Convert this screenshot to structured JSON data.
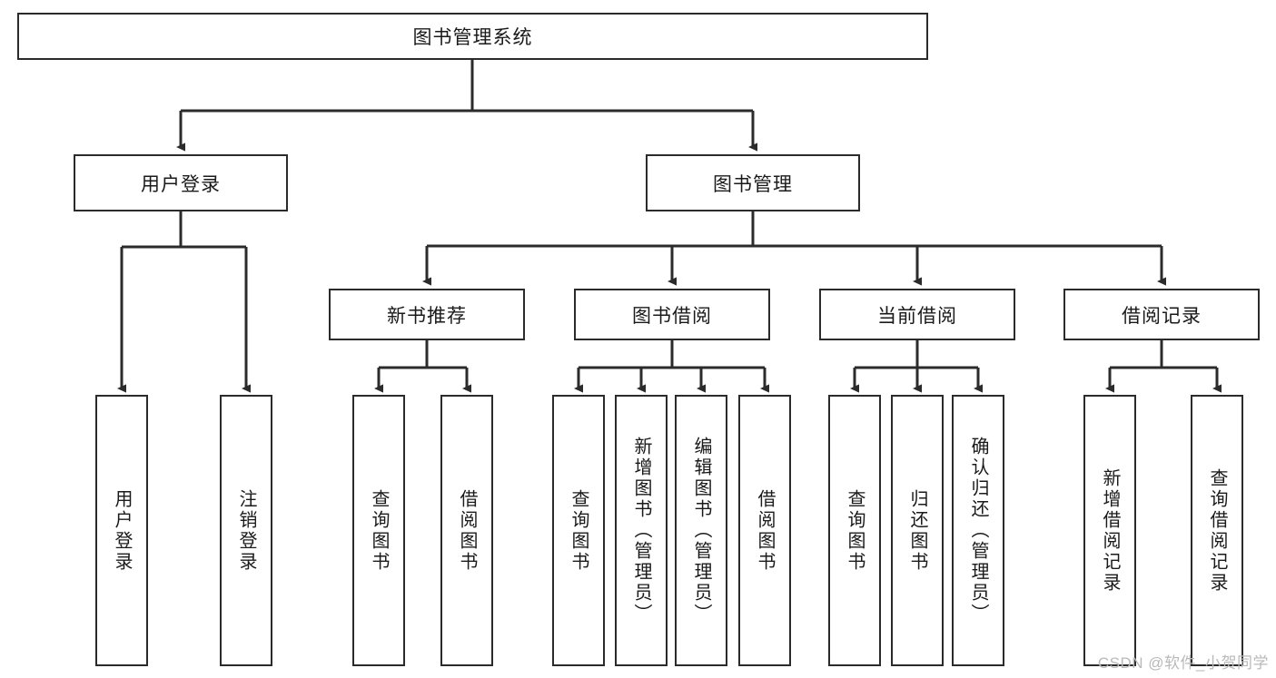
{
  "diagram": {
    "title_node": {
      "label": "图书管理系统"
    },
    "level2": [
      {
        "id": "user-login",
        "label": "用户登录"
      },
      {
        "id": "book-manage",
        "label": "图书管理"
      }
    ],
    "level3": [
      {
        "id": "new-book-recommend",
        "label": "新书推荐"
      },
      {
        "id": "book-borrow",
        "label": "图书借阅"
      },
      {
        "id": "current-borrow",
        "label": "当前借阅"
      },
      {
        "id": "borrow-record",
        "label": "借阅记录"
      }
    ],
    "leaves": [
      {
        "id": "leaf-user-login",
        "label": "用户登录"
      },
      {
        "id": "leaf-logout-login",
        "label": "注销登录"
      },
      {
        "id": "leaf-query-book-1",
        "label": "查询图书"
      },
      {
        "id": "leaf-borrow-book-1",
        "label": "借阅图书"
      },
      {
        "id": "leaf-query-book-2",
        "label": "查询图书"
      },
      {
        "id": "leaf-add-book",
        "label": "新增图书（管理员）"
      },
      {
        "id": "leaf-edit-book",
        "label": "编辑图书（管理员）"
      },
      {
        "id": "leaf-borrow-book-2",
        "label": "借阅图书"
      },
      {
        "id": "leaf-query-book-3",
        "label": "查询图书"
      },
      {
        "id": "leaf-return-book",
        "label": "归还图书"
      },
      {
        "id": "leaf-confirm-return",
        "label": "确认归还（管理员）"
      },
      {
        "id": "leaf-add-borrow-record",
        "label": "新增借阅记录"
      },
      {
        "id": "leaf-query-borrow-record",
        "label": "查询借阅记录"
      }
    ],
    "watermark": "CSDN @软件_小贺同学",
    "colors": {
      "stroke": "#2b2b2b",
      "background": "#ffffff",
      "text": "#1a1a1a",
      "watermark": "#b9b9b9"
    }
  }
}
